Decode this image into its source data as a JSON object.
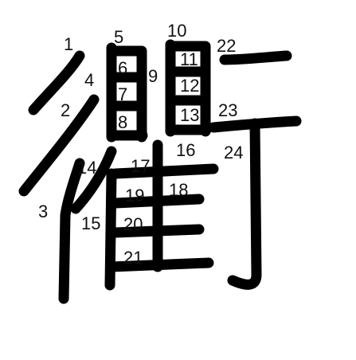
{
  "character": "衢",
  "stroke_color": "#000000",
  "background_color": "#ffffff",
  "stroke_count": 24,
  "labels": [
    "1",
    "2",
    "3",
    "4",
    "5",
    "6",
    "7",
    "8",
    "9",
    "10",
    "11",
    "12",
    "13",
    "14",
    "15",
    "16",
    "17",
    "18",
    "19",
    "20",
    "21",
    "22",
    "23",
    "24"
  ]
}
